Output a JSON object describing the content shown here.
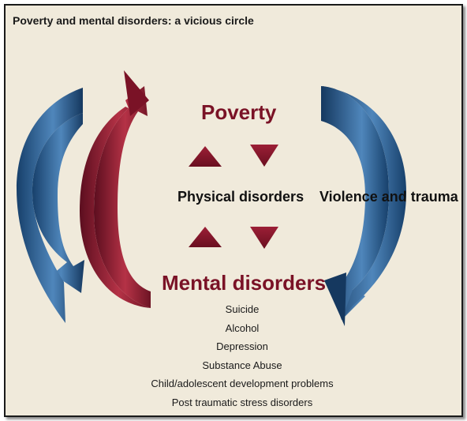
{
  "title": "Poverty and mental disorders: a vicious circle",
  "nodes": {
    "poverty": "Poverty",
    "physical": "Physical disorders",
    "violence": "Violence and trauma",
    "mental": "Mental disorders"
  },
  "mental_list": [
    "Suicide",
    "Alcohol",
    "Depression",
    "Substance Abuse",
    "Child/adolescent development problems",
    "Post traumatic stress disorders"
  ],
  "colors": {
    "background": "#f0eadb",
    "dark_red": "#7a1226",
    "blue": "#1d4b78"
  },
  "arrows": [
    {
      "name": "left-blue-arrow",
      "direction": "down"
    },
    {
      "name": "left-red-arrow",
      "direction": "up"
    },
    {
      "name": "right-blue-arrow",
      "direction": "down"
    },
    {
      "name": "triangle-up-top",
      "direction": "up"
    },
    {
      "name": "triangle-down-top",
      "direction": "down"
    },
    {
      "name": "triangle-up-bottom",
      "direction": "up"
    },
    {
      "name": "triangle-down-bottom",
      "direction": "down"
    }
  ]
}
